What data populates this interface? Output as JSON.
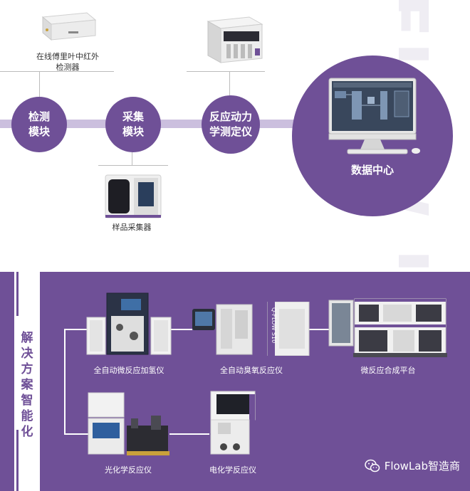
{
  "top": {
    "modules": [
      {
        "line1": "检测",
        "line2": "模块"
      },
      {
        "line1": "采集",
        "line2": "模块"
      },
      {
        "line1": "反应动力",
        "line2": "学测定仪"
      }
    ],
    "data_center": "数据中心",
    "devices": {
      "ftir_line1": "在线傅里叶中红外",
      "ftir_line2": "检测器",
      "sampler": "样品采集器"
    },
    "watermark": "FLOW LAB"
  },
  "solutions": {
    "title_chars": [
      "解",
      "决",
      "方",
      "案",
      "智",
      "能",
      "化"
    ],
    "devices": [
      "全自动微反应加氢仪",
      "全自动臭氧反应仪",
      "微反应合成平台",
      "光化学反应仪",
      "电化学反应仪"
    ],
    "device_badge": "Q-FLOW S10"
  },
  "footer": {
    "brand": "FlowLab智造商",
    "icon": "wechat-icon"
  },
  "colors": {
    "primary": "#6f5097",
    "band": "#cbbfde"
  }
}
